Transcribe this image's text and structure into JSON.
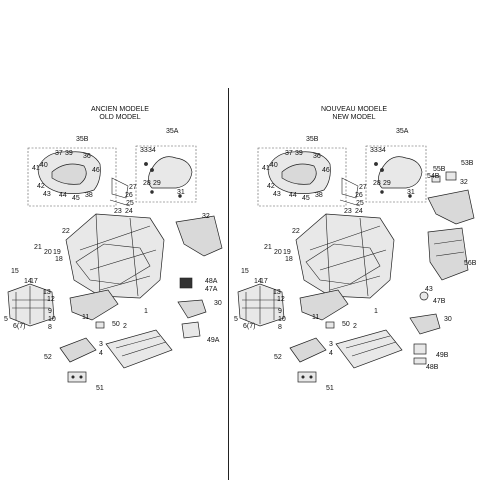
{
  "headers": {
    "left_fr": "ANCIEN MODELE",
    "left_en": "OLD MODEL",
    "right_fr": "NOUVEAU MODELE",
    "right_en": "NEW MODEL"
  },
  "left_labels": [
    "35B",
    "35A",
    "37",
    "39",
    "36",
    "41",
    "40",
    "46",
    "42",
    "43",
    "44",
    "45",
    "38",
    "33",
    "34",
    "28",
    "29",
    "31",
    "27",
    "26",
    "25",
    "23",
    "24",
    "22",
    "21",
    "20",
    "19",
    "18",
    "32",
    "17",
    "15",
    "14",
    "13",
    "12",
    "5",
    "6(7)",
    "10",
    "9",
    "8",
    "11",
    "48A",
    "47A",
    "30",
    "1",
    "50",
    "2",
    "3",
    "4",
    "49A",
    "52",
    "51"
  ],
  "right_labels": [
    "35B",
    "35A",
    "37",
    "39",
    "36",
    "41",
    "40",
    "46",
    "42",
    "43",
    "44",
    "45",
    "38",
    "33",
    "34",
    "28",
    "29",
    "31",
    "27",
    "26",
    "25",
    "23",
    "24",
    "22",
    "21",
    "20",
    "19",
    "18",
    "55B",
    "53B",
    "54B",
    "32",
    "56B",
    "17",
    "15",
    "14",
    "13",
    "12",
    "5",
    "6(7)",
    "10",
    "9",
    "8",
    "11",
    "43",
    "47B",
    "30",
    "1",
    "50",
    "2",
    "3",
    "4",
    "49B",
    "48B",
    "52",
    "51"
  ]
}
